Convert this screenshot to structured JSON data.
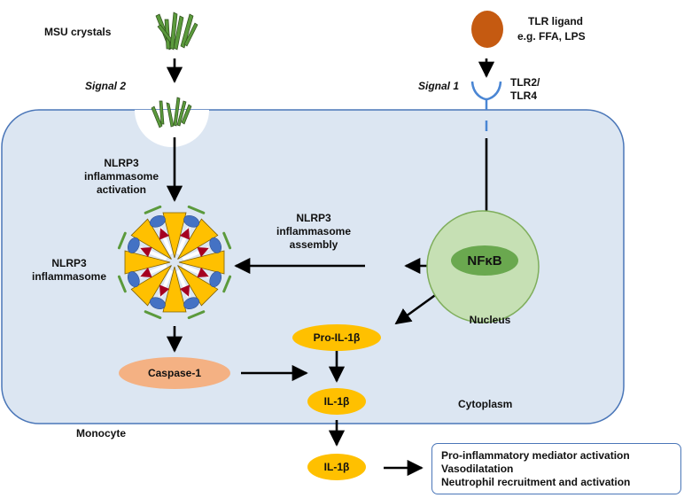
{
  "labels": {
    "msu_crystals": "MSU crystals",
    "signal2": "Signal 2",
    "signal1": "Signal 1",
    "tlr_ligand_line1": "TLR ligand",
    "tlr_ligand_line2": "e.g. FFA,  LPS",
    "tlr_receptor_line1": "TLR2/",
    "tlr_receptor_line2": "TLR4",
    "nlrp3_activation_line1": "NLRP3",
    "nlrp3_activation_line2": "inflammasome",
    "nlrp3_activation_line3": "activation",
    "nlrp3_assembly_line1": "NLRP3",
    "nlrp3_assembly_line2": "inflammasome",
    "nlrp3_assembly_line3": "assembly",
    "nlrp3_inflammasome_line1": "NLRP3",
    "nlrp3_inflammasome_line2": "inflammasome",
    "nfkb": "NFκB",
    "nucleus": "Nucleus",
    "pro_il1b": "Pro-IL-1β",
    "caspase1": "Caspase-1",
    "il1b_inside": "IL-1β",
    "il1b_outside": "IL-1β",
    "cytoplasm": "Cytoplasm",
    "monocyte": "Monocyte"
  },
  "outcomes": [
    "Pro-inflammatory mediator activation",
    "Vasodilatation",
    "Neutrophil recruitment and activation"
  ],
  "colors": {
    "cell_fill": "#dce6f2",
    "cell_border": "#4a76b8",
    "nucleus_fill": "#c6e0b4",
    "nucleus_border": "#7fae5c",
    "nfkb_fill": "#6aa84f",
    "ligand": "#c55a11",
    "receptor": "#4a86d4",
    "cytokine": "#ffc000",
    "caspase": "#f4b183",
    "crystal": "#5b9a3c",
    "inflammasome_yellow": "#ffc000",
    "inflammasome_blue": "#4472c4",
    "inflammasome_red": "#a50021"
  }
}
